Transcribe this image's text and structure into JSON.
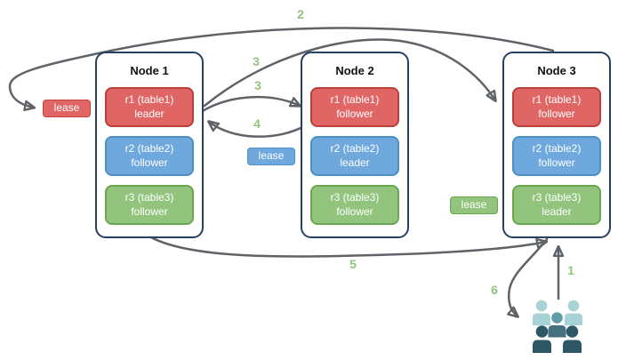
{
  "nodes": [
    {
      "title": "Node 1",
      "replicas": [
        {
          "name": "r1 (table1)",
          "role": "leader",
          "color_key": "red"
        },
        {
          "name": "r2 (table2)",
          "role": "follower",
          "color_key": "blue"
        },
        {
          "name": "r3 (table3)",
          "role": "follower",
          "color_key": "green"
        }
      ]
    },
    {
      "title": "Node 2",
      "replicas": [
        {
          "name": "r1 (table1)",
          "role": "follower",
          "color_key": "red"
        },
        {
          "name": "r2 (table2)",
          "role": "leader",
          "color_key": "blue"
        },
        {
          "name": "r3 (table3)",
          "role": "follower",
          "color_key": "green"
        }
      ]
    },
    {
      "title": "Node 3",
      "replicas": [
        {
          "name": "r1 (table1)",
          "role": "follower",
          "color_key": "red"
        },
        {
          "name": "r2 (table2)",
          "role": "follower",
          "color_key": "blue"
        },
        {
          "name": "r3 (table3)",
          "role": "leader",
          "color_key": "green"
        }
      ]
    }
  ],
  "leases": [
    {
      "label": "lease",
      "color_key": "red"
    },
    {
      "label": "lease",
      "color_key": "blue"
    },
    {
      "label": "lease",
      "color_key": "green"
    }
  ],
  "steps": {
    "s1": "1",
    "s2": "2",
    "s3a": "3",
    "s3b": "3",
    "s4": "4",
    "s5": "5",
    "s6": "6"
  },
  "icons": {
    "users": "users-icon"
  },
  "colors": {
    "red_fill": "#e06666",
    "red_border": "#b8413a",
    "blue_fill": "#6fa8dc",
    "blue_border": "#4a90c4",
    "green_fill": "#93c47d",
    "green_border": "#6aa84f",
    "node_border": "#244063",
    "arrow": "#5f6368",
    "step_label": "#93c47d",
    "people_light": "#a7d3d6",
    "people_mid": "#5f9da7",
    "people_dark": "#2e5766"
  }
}
